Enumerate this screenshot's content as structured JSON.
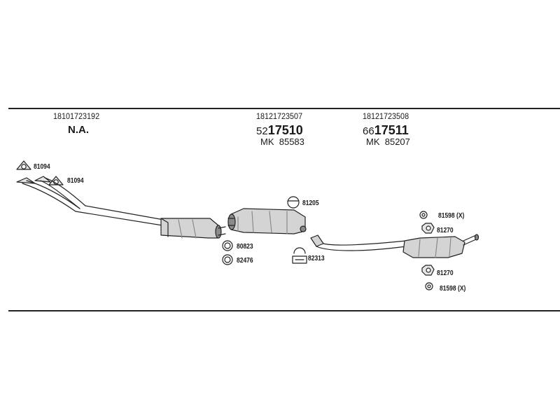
{
  "columns": [
    {
      "oe_number": "18101723192",
      "status": "N.A."
    },
    {
      "oe_number": "18121723507",
      "article_prefix": "52",
      "article_main": "17510",
      "mk_label": "MK",
      "mk_number": "85583"
    },
    {
      "oe_number": "18121723508",
      "article_prefix": "66",
      "article_main": "17511",
      "mk_label": "MK",
      "mk_number": "85207"
    }
  ],
  "parts": {
    "gasket_front_top": "81094",
    "gasket_front_bottom": "81094",
    "rubber_mount_top": "81205",
    "ring_1": "80823",
    "ring_2": "82476",
    "clamp": "82313",
    "nut_top": "81598 (X)",
    "mount_top": "81270",
    "mount_bottom": "81270",
    "nut_bottom": "81598 (X)"
  },
  "colors": {
    "line": "#222222",
    "part_fill": "#d4d4d4",
    "part_dark": "#8a8a8a"
  }
}
